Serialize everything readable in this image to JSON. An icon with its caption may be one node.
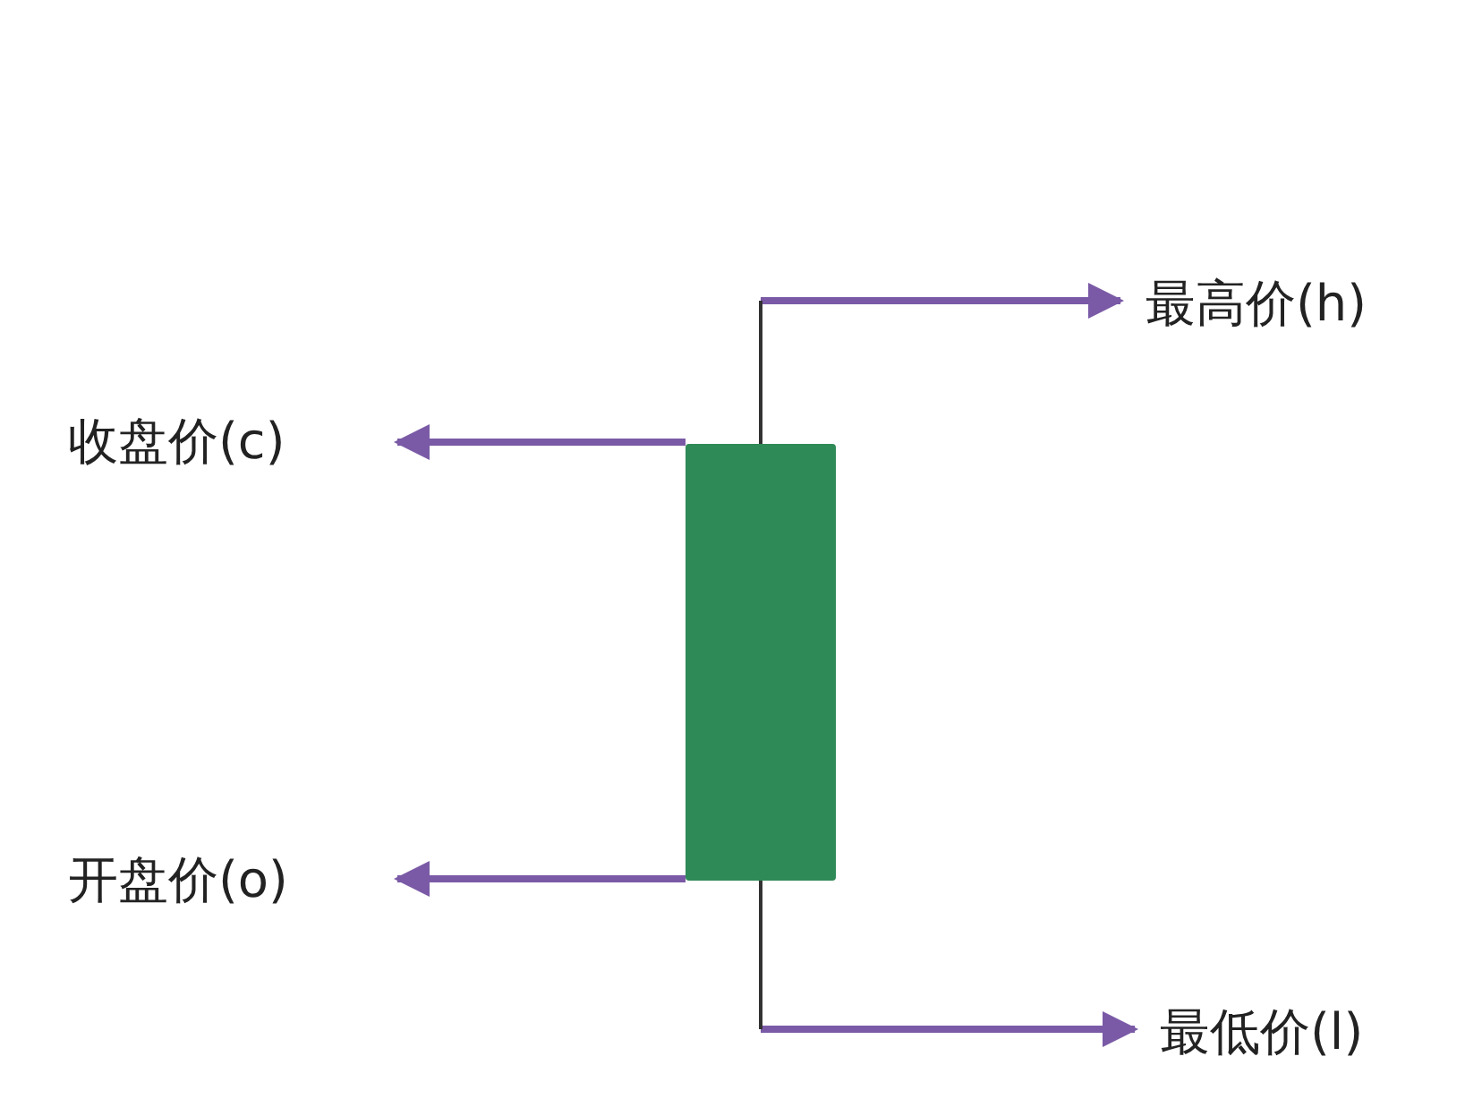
{
  "diagram": {
    "nodes": [
      {
        "text": [],
        "shape": "bar"
      },
      {
        "text": [
          "最高价(h)"
        ]
      },
      {
        "text": [
          "收盘价(c)"
        ]
      },
      {
        "text": [
          "开盘价(o)"
        ]
      },
      {
        "text": [
          "最低价(l)"
        ]
      }
    ],
    "edges": [
      {
        "from": 0,
        "to": 1,
        "arrow": "to"
      },
      {
        "from": 0,
        "to": 2,
        "arrow": "to"
      },
      {
        "from": 0,
        "to": 3,
        "arrow": "to"
      },
      {
        "from": 0,
        "to": 4,
        "arrow": "to"
      }
    ]
  }
}
